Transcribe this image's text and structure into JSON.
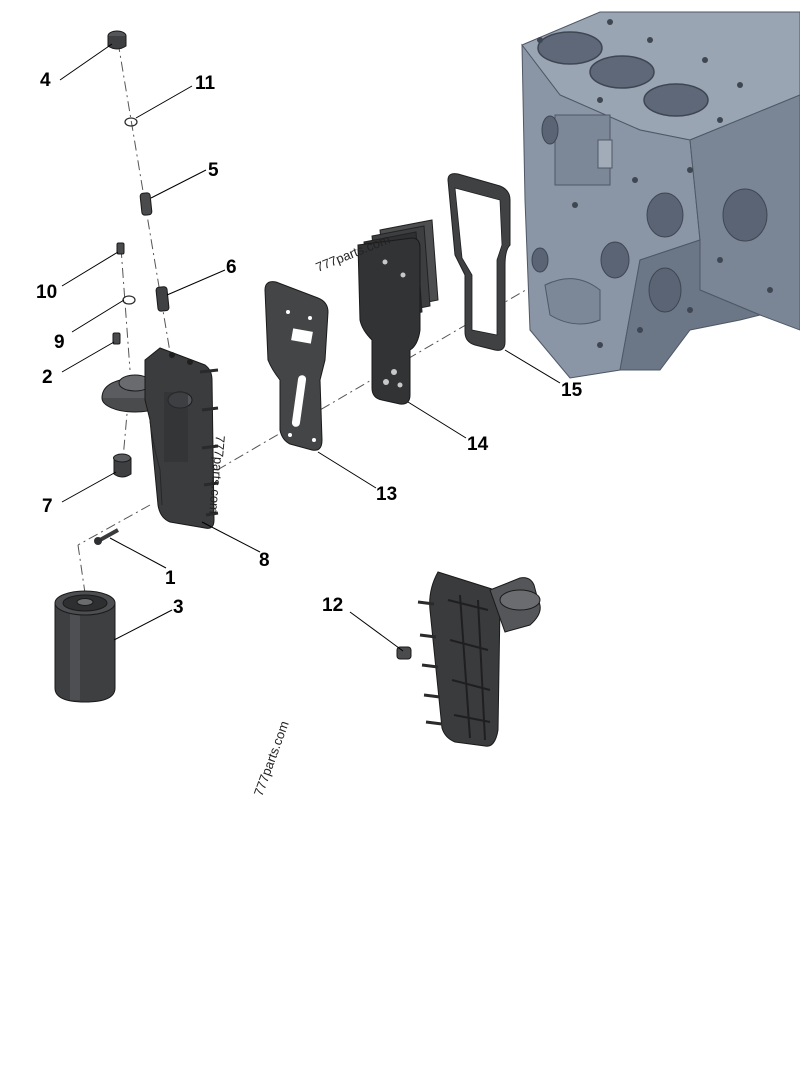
{
  "diagram": {
    "type": "exploded-parts-view",
    "colors": {
      "part_dark": "#3a3b3d",
      "part_mid": "#55575a",
      "part_light": "#7a7c80",
      "block_blue": "#8c97a6",
      "block_shadow": "#6a7585",
      "gasket": "#4a4b4d",
      "label": "#000000"
    },
    "callouts": [
      {
        "id": "1",
        "label": "1"
      },
      {
        "id": "2",
        "label": "2"
      },
      {
        "id": "3",
        "label": "3"
      },
      {
        "id": "4",
        "label": "4"
      },
      {
        "id": "5",
        "label": "5"
      },
      {
        "id": "6",
        "label": "6"
      },
      {
        "id": "7",
        "label": "7"
      },
      {
        "id": "8",
        "label": "8"
      },
      {
        "id": "9",
        "label": "9"
      },
      {
        "id": "10",
        "label": "10"
      },
      {
        "id": "11",
        "label": "11"
      },
      {
        "id": "12",
        "label": "12"
      },
      {
        "id": "13",
        "label": "13"
      },
      {
        "id": "14",
        "label": "14"
      },
      {
        "id": "15",
        "label": "15"
      }
    ],
    "watermarks": [
      "777parts.com",
      "777parts.com",
      "777parts.com"
    ]
  }
}
